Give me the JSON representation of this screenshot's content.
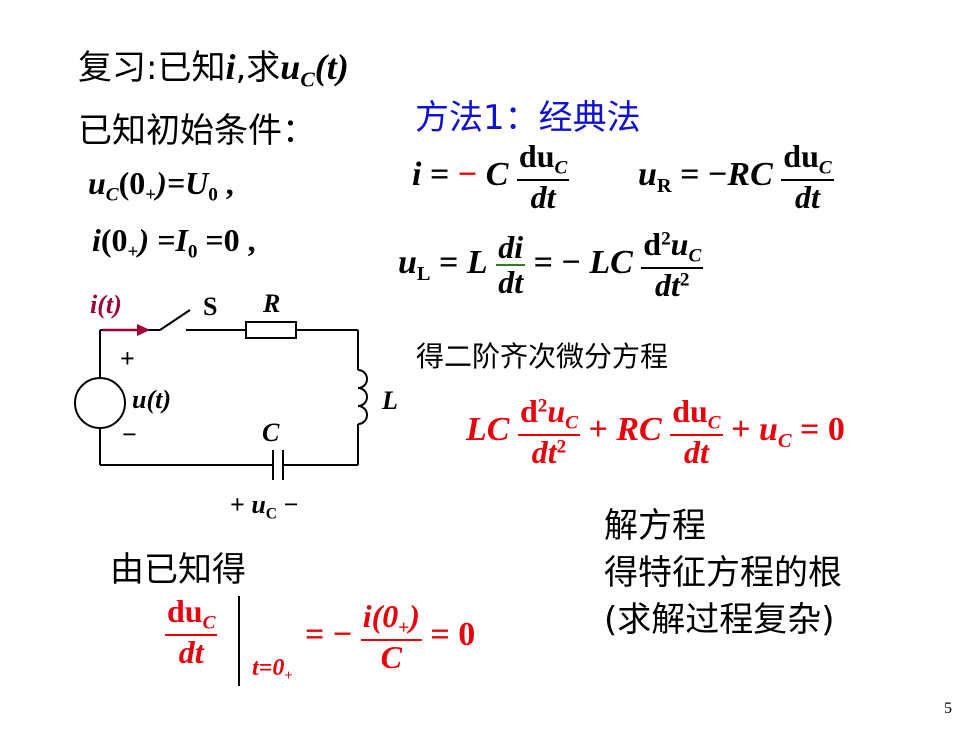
{
  "title": {
    "prefix": "复习:已知",
    "i": "i",
    "comma": ",求",
    "u": "u",
    "sub": "C",
    "arg": "(t)"
  },
  "initial": {
    "heading": "已知初始条件：",
    "cond1": {
      "u": "u",
      "sub": "C",
      "mid": "(0",
      "plus": "+",
      "rhs": ")=U",
      "rsub": "0",
      "tail": " ,"
    },
    "cond2": {
      "i": "i",
      "mid": "(0",
      "plus": "+",
      "rhs": ") =I",
      "rsub": "0",
      "tail": " =0 ,"
    }
  },
  "method": {
    "label": "方法1：经典法"
  },
  "eq_i": {
    "lhs": "i",
    "eq": " = ",
    "minus": "− ",
    "C": "C",
    "num": "du",
    "numsub": "C",
    "den": "dt"
  },
  "eq_uR": {
    "u": "u",
    "sub": "R",
    "eq": " = −",
    "coef": "RC",
    "num": "du",
    "numsub": "C",
    "den": "dt"
  },
  "eq_uL": {
    "u": "u",
    "sub": "L",
    "eq": " = ",
    "L": "L",
    "num1": "di",
    "den1": "dt",
    "mid": " = − ",
    "coef": "LC",
    "num2": "d",
    "num2sup": "2",
    "num2b": "u",
    "num2sub": "C",
    "den2": "dt",
    "den2sup": "2"
  },
  "second_order_label": "得二阶齐次微分方程",
  "ode": {
    "lc": "LC",
    "num1": "d",
    "num1sup": "2",
    "num1b": "u",
    "num1sub": "C",
    "den1": "dt",
    "den1sup": "2",
    "plus1": " + ",
    "rc": "RC",
    "num2": "du",
    "num2sub": "C",
    "den2": "dt",
    "plus2": " + ",
    "u": "u",
    "usub": "C",
    "eq": " = 0"
  },
  "circuit": {
    "current": "i(t)",
    "switch": "S",
    "resistor": "R",
    "plus": "+",
    "source": "u(t)",
    "minus": "−",
    "inductor": "L",
    "capacitor": "C",
    "cap_voltage_plus": "+ ",
    "cap_voltage_u": "u",
    "cap_voltage_sub": "C",
    "cap_voltage_minus": " −",
    "colors": {
      "current_arrow": "#a0003a",
      "wire": "#000000"
    }
  },
  "known": {
    "label": "由已知得"
  },
  "derivative": {
    "num": "du",
    "numsub": "C",
    "den": "dt",
    "at": "t=0",
    "atsub": "+",
    "eq": "= −",
    "num2": "i(0",
    "num2sub": "+",
    "num2tail": ")",
    "den2": "C",
    "result": "= 0"
  },
  "solve": {
    "line1": "解方程",
    "line2": "得特征方程的根",
    "line3": "(求解过程复杂)"
  },
  "page_number": "5",
  "colors": {
    "red": "#e8000b",
    "blue": "#1010d0"
  }
}
